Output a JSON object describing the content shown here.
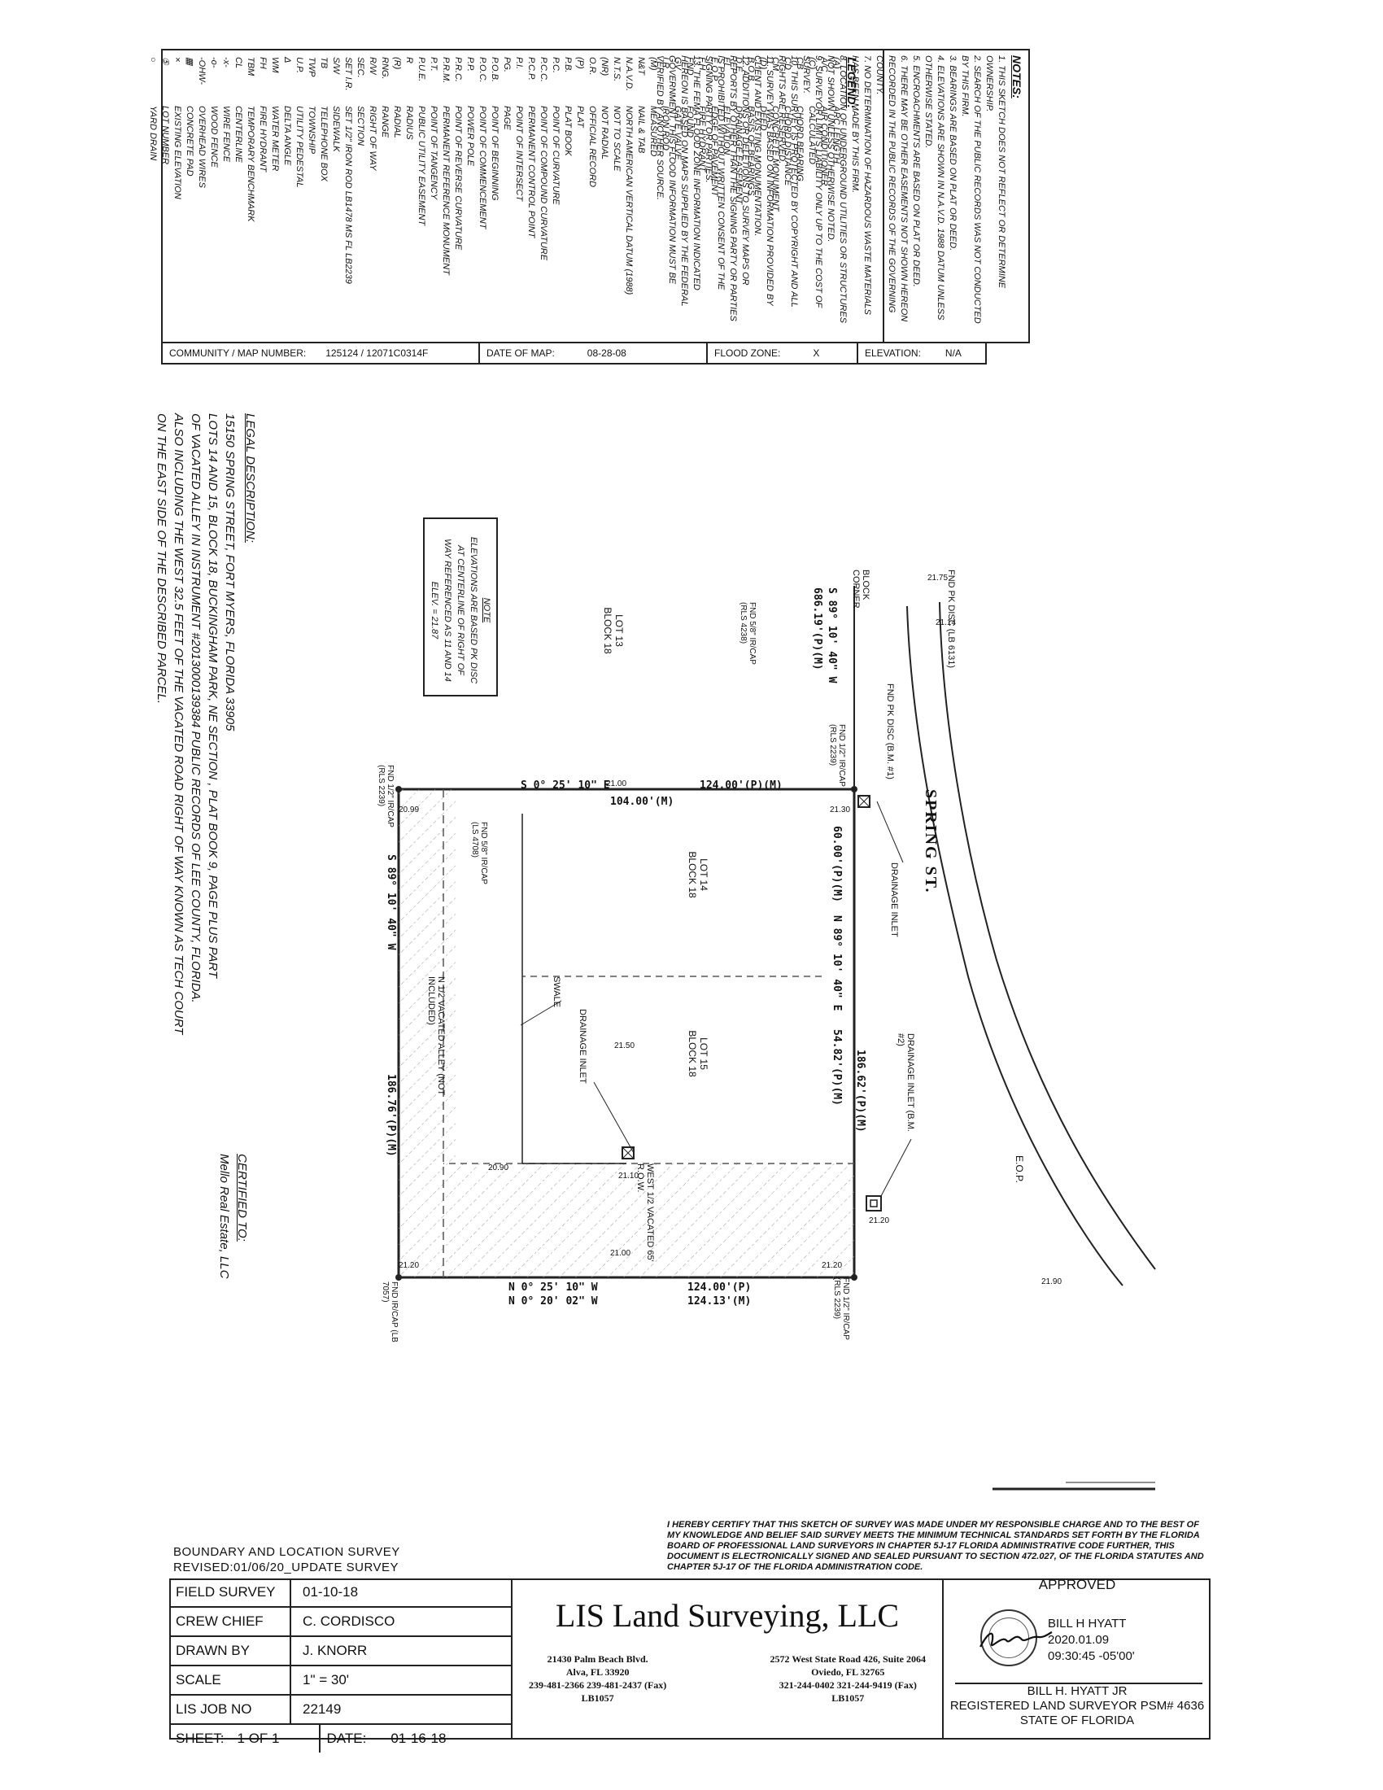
{
  "notes": {
    "title": "NOTES:",
    "items": [
      "1. THIS SKETCH DOES NOT REFLECT OR DETERMINE OWNERSHIP.",
      "2. SEARCH OF THE PUBLIC RECORDS WAS NOT CONDUCTED BY THIS FIRM.",
      "3. BEARINGS ARE BASED ON PLAT OR DEED.",
      "4. ELEVATIONS ARE SHOWN IN N.A.V.D. 1988 DATUM UNLESS OTHERWISE STATED.",
      "5. ENCROACHMENTS ARE BASED ON PLAT OR DEED.",
      "6. THERE MAY BE OTHER EASEMENTS NOT SHOWN HEREON RECORDED IN THE PUBLIC RECORDS OF THE GOVERNING COUNTY.",
      "7. NO DETERMINATION OF HAZARDOUS WASTE MATERIALS HAS BEEN MADE BY THIS FIRM.",
      "8. LOCATION OF UNDERGROUND UTILITIES OR STRUCTURES NOT SHOWN UNLESS OTHERWISE NOTED.",
      "9. SURVEYOR LIMITS LIABILITY ONLY UP TO THE COST OF SURVEY.",
      "10. THIS SURVEY IS PROTECTED BY COPYRIGHT AND ALL RIGHTS ARE RESERVED.",
      "11. SURVEY WAS BASED ON INFORMATION PROVIDED BY CLIENT AND EXISTING MONUMENTATION.",
      "12. ADDITIONS OR DELETIONS TO SURVEY MAPS OR REPORTS BY OTHER THAN THE SIGNING PARTY OR PARTIES IS PROHIBITED WITHOUT WRITTEN CONSENT OF THE SIGNING PARTY OR PARTIES.",
      "13. THE FEMA FLOOD ZONE INFORMATION INDICATED HEREON IS BASED ON MAPS SUPPLIED BY THE FEDERAL GOVERNMENT. THIS FLOOD INFORMATION MUST BE VERIFIED BY ANOTHER SOURCE."
    ]
  },
  "legend": {
    "title": "LEGEND:",
    "items": [
      {
        "ab": "(A)",
        "txt": "ARC LENGTH"
      },
      {
        "ab": "A/C",
        "txt": "AIR CONDITIONER"
      },
      {
        "ab": "(C)",
        "txt": "CALCULATED"
      },
      {
        "ab": "CB",
        "txt": "CHORD BEARING"
      },
      {
        "ab": "CD",
        "txt": "CHORD DISTANCE"
      },
      {
        "ab": "CM",
        "txt": "CONCRETE MONUMENT"
      },
      {
        "ab": "(D)",
        "txt": "DEED"
      },
      {
        "ab": "B.O.B.",
        "txt": "BASIS OF BEARINGS"
      },
      {
        "ab": "D.E.",
        "txt": "DRAINAGE EASEMENT"
      },
      {
        "ab": "EL",
        "txt": "ELEVATION"
      },
      {
        "ab": "E.O.P.",
        "txt": "EDGE OF PAVEMENT"
      },
      {
        "ab": "F.H.",
        "txt": "FIRE HYDRANT"
      },
      {
        "ab": "FND",
        "txt": "FOUND"
      },
      {
        "ab": "GV",
        "txt": "GATE VALVE"
      },
      {
        "ab": "I.R.",
        "txt": "IRON ROD"
      },
      {
        "ab": "(M)",
        "txt": "MEASURED"
      },
      {
        "ab": "N&T",
        "txt": "NAIL & TAB"
      },
      {
        "ab": "N.A.V.D.",
        "txt": "NORTH AMERICAN VERTICAL DATUM (1988)"
      },
      {
        "ab": "N.T.S.",
        "txt": "NOT TO SCALE"
      },
      {
        "ab": "(NR)",
        "txt": "NOT RADIAL"
      },
      {
        "ab": "O.R.",
        "txt": "OFFICIAL RECORD"
      },
      {
        "ab": "(P)",
        "txt": "PLAT"
      },
      {
        "ab": "P.B.",
        "txt": "PLAT BOOK"
      },
      {
        "ab": "P.C.",
        "txt": "POINT OF CURVATURE"
      },
      {
        "ab": "P.C.C.",
        "txt": "POINT OF COMPOUND CURVATURE"
      },
      {
        "ab": "P.C.P.",
        "txt": "PERMANENT CONTROL POINT"
      },
      {
        "ab": "P.I.",
        "txt": "POINT OF INTERSECT"
      },
      {
        "ab": "PG.",
        "txt": "PAGE"
      },
      {
        "ab": "P.O.B.",
        "txt": "POINT OF BEGINNING"
      },
      {
        "ab": "P.O.C.",
        "txt": "POINT OF COMMENCEMENT"
      },
      {
        "ab": "P.P.",
        "txt": "POWER POLE"
      },
      {
        "ab": "P.R.C.",
        "txt": "POINT OF REVERSE CURVATURE"
      },
      {
        "ab": "P.R.M.",
        "txt": "PERMANENT REFERENCE MONUMENT"
      },
      {
        "ab": "P.T.",
        "txt": "POINT OF TANGENCY"
      },
      {
        "ab": "P.U.E.",
        "txt": "PUBLIC UTILITY EASEMENT"
      },
      {
        "ab": "R",
        "txt": "RADIUS"
      },
      {
        "ab": "(R)",
        "txt": "RADIAL"
      },
      {
        "ab": "RNG.",
        "txt": "RANGE"
      },
      {
        "ab": "R/W",
        "txt": "RIGHT OF WAY"
      },
      {
        "ab": "SEC.",
        "txt": "SECTION"
      },
      {
        "ab": "SET I.R.",
        "txt": "SET 1/2\" IRON ROD LB1478  MS  FL LB2239"
      },
      {
        "ab": "S/W",
        "txt": "SIDEWALK"
      },
      {
        "ab": "TB",
        "txt": "TELEPHONE BOX"
      },
      {
        "ab": "TWP",
        "txt": "TOWNSHIP"
      },
      {
        "ab": "U.P.",
        "txt": "UTILITY PEDESTAL"
      },
      {
        "ab": "Δ",
        "txt": "DELTA ANGLE"
      },
      {
        "ab": "WM",
        "txt": "WATER METER"
      },
      {
        "ab": "FH",
        "txt": "FIRE HYDRANT"
      },
      {
        "ab": "TBM",
        "txt": "TEMPORARY BENCHMARK"
      },
      {
        "ab": "CL",
        "txt": "CENTERLINE"
      },
      {
        "ab": "-x-",
        "txt": "WIRE FENCE"
      },
      {
        "ab": "-o-",
        "txt": "WOOD FENCE"
      },
      {
        "ab": "-OHW-",
        "txt": "OVERHEAD WIRES"
      },
      {
        "ab": "▦",
        "txt": "CONCRETE PAD"
      },
      {
        "ab": "×",
        "txt": "EXISTING ELEVATION"
      },
      {
        "ab": "⑤",
        "txt": "LOT NUMBER"
      },
      {
        "ab": "○",
        "txt": "YARD DRAIN"
      }
    ]
  },
  "flood": {
    "community_label": "COMMUNITY / MAP NUMBER:",
    "community_value": "125124 / 12071C0314F",
    "date_label": "DATE OF MAP:",
    "date_value": "08-28-08",
    "zone_label": "FLOOD ZONE:",
    "zone_value": "X",
    "elev_label": "ELEVATION:",
    "elev_value": "N/A"
  },
  "legal": {
    "title": "LEGAL DESCRIPTION:",
    "lines": [
      "15150 SPRING STREET, FORT MYERS, FLORIDA 33905",
      "LOTS 14 AND 15, BLOCK 18, BUCKINGHAM PARK, NE SECTION , PLAT BOOK 9, PAGE  PLUS PART",
      "OF VACATED ALLEY IN INSTRUMENT #2013000139384 PUBLIC RECORDS OF LEE COUNTY, FLORIDA.",
      "ALSO INCLUDING THE WEST 32.5 FEET OF THE VACATED ROAD RIGHT OF WAY KNOWN AS TECH COURT",
      "ON THE EAST SIDE OF THE DESCRIBED PARCEL."
    ]
  },
  "certified": {
    "title": "CERTIFIED TO:",
    "name": "Mello Real Estate, LLC"
  },
  "note_box": {
    "title": "NOTE",
    "lines": [
      "ELEVATIONS ARE BASED PK DISC",
      "AT CENTERLINE OF RIGHT OF",
      "WAY REFERENCED AS 11 AND 14",
      "ELEV. = 21.87"
    ]
  },
  "drawing": {
    "street": "SPRING ST.",
    "eop": "E.O.P.",
    "pk_disc_left": "FND PK DISC (LB 6131)",
    "pk_disc_bm": "FND PK DISC (B.M. #1)",
    "block_corner": "BLOCK CORNER",
    "fnd_ir_nw": "FND 5/8\" IR/CAP (RLS 4238)",
    "fnd_ir_ne": "FND 1/2\" IR/CAP (RLS 2239)",
    "fnd_ir_sw": "FND 1/2\" IR/CAP (RLS 2239)",
    "fnd_ir_mid": "FND 5/8\" IR/CAP (LS 4708)",
    "fnd_ir_se": "FND 1/2\" IR/CAP (RLS 2239)",
    "fnd_ir_s": "FND IR/CAP (LB 7057)",
    "lot13": "LOT 13 BLOCK 18",
    "lot14": "LOT 14 BLOCK 18",
    "lot15": "LOT 15 BLOCK 18",
    "drain1": "DRAINAGE INLET",
    "drain2": "DRAINAGE INLET",
    "drain3": "DRAINAGE INLET (B.M. #2)",
    "swale": "SWALE",
    "vacated_alley": "N 1/2 VACATED ALLEY (NOT INCLUDED)",
    "vacated_row": "WEST 1/2 VACATED 65' R.O.W.",
    "b_top": "S 89° 10' 40\" W",
    "d_top": "686.19'(P)(M)",
    "b_west": "S 0° 25' 10\" E",
    "d_west1": "124.00'(P)(M)",
    "d_west2": "104.00'(M)",
    "b_north": "N 89° 10' 40\" E",
    "d_north1": "60.00'(P)(M)",
    "d_north2": "54.82'(P)(M)",
    "d_north3": "186.62'(P)(M)",
    "b_south": "S 89° 10' 40\" W",
    "d_south": "186.76'(P)(M)",
    "b_east1": "N 0° 25' 10\" W",
    "b_east2": "N 0° 20' 02\" W",
    "d_east1": "124.00'(P)",
    "d_east2": "124.13'(M)",
    "elev": [
      "21.14",
      "21.75",
      "21.00",
      "20.99",
      "21.20",
      "21.50",
      "21.20",
      "21.20",
      "21.90",
      "21.00",
      "21.10",
      "20.90",
      "21.30"
    ]
  },
  "cert_stmt": "I HEREBY CERTIFY THAT THIS SKETCH OF SURVEY WAS MADE UNDER MY RESPONSIBLE CHARGE AND TO THE BEST OF MY KNOWLEDGE AND BELIEF SAID SURVEY MEETS THE MINIMUM TECHNICAL STANDARDS SET FORTH BY THE FLORIDA BOARD OF PROFESSIONAL LAND SURVEYORS IN CHAPTER 5J-17 FLORIDA ADMINISTRATIVE CODE FURTHER, THIS DOCUMENT IS ELECTRONICALLY SIGNED AND SEALED PURSUANT TO SECTION 472.027, OF THE  FLORIDA STATUTES AND CHAPTER 5J-17 OF THE FLORIDA ADMINISTRATION CODE.",
  "survey_type": {
    "line1": "BOUNDARY AND LOCATION SURVEY",
    "line2": "REVISED:01/06/20_UPDATE SURVEY"
  },
  "titleblock": {
    "rows": [
      {
        "label": "FIELD SURVEY",
        "value": "01-10-18"
      },
      {
        "label": "CREW CHIEF",
        "value": "C. CORDISCO"
      },
      {
        "label": "DRAWN BY",
        "value": "J. KNORR"
      },
      {
        "label": "SCALE",
        "value": "1\" = 30'"
      },
      {
        "label": "LIS JOB NO",
        "value": "22149"
      }
    ],
    "sheet_label": "SHEET:",
    "sheet_value": "1 OF 1",
    "date_label": "DATE:",
    "date_value": "01-16-18"
  },
  "company": {
    "name": "LIS Land Surveying, LLC",
    "office1": [
      "21430 Palm Beach Blvd.",
      "Alva, FL 33920",
      "239-481-2366   239-481-2437 (Fax)",
      "LB1057"
    ],
    "office2": [
      "2572 West State Road 426, Suite 2064",
      "Oviedo, FL 32765",
      "321-244-0402   321-244-9419 (Fax)",
      "LB1057"
    ]
  },
  "approval": {
    "title": "APPROVED",
    "signer": "BILL H HYATT",
    "date": "2020.01.09",
    "time": "09:30:45 -05'00'",
    "surveyor": "BILL H. HYATT JR",
    "role": "REGISTERED LAND SURVEYOR PSM# 4636",
    "state": "STATE OF FLORIDA"
  }
}
